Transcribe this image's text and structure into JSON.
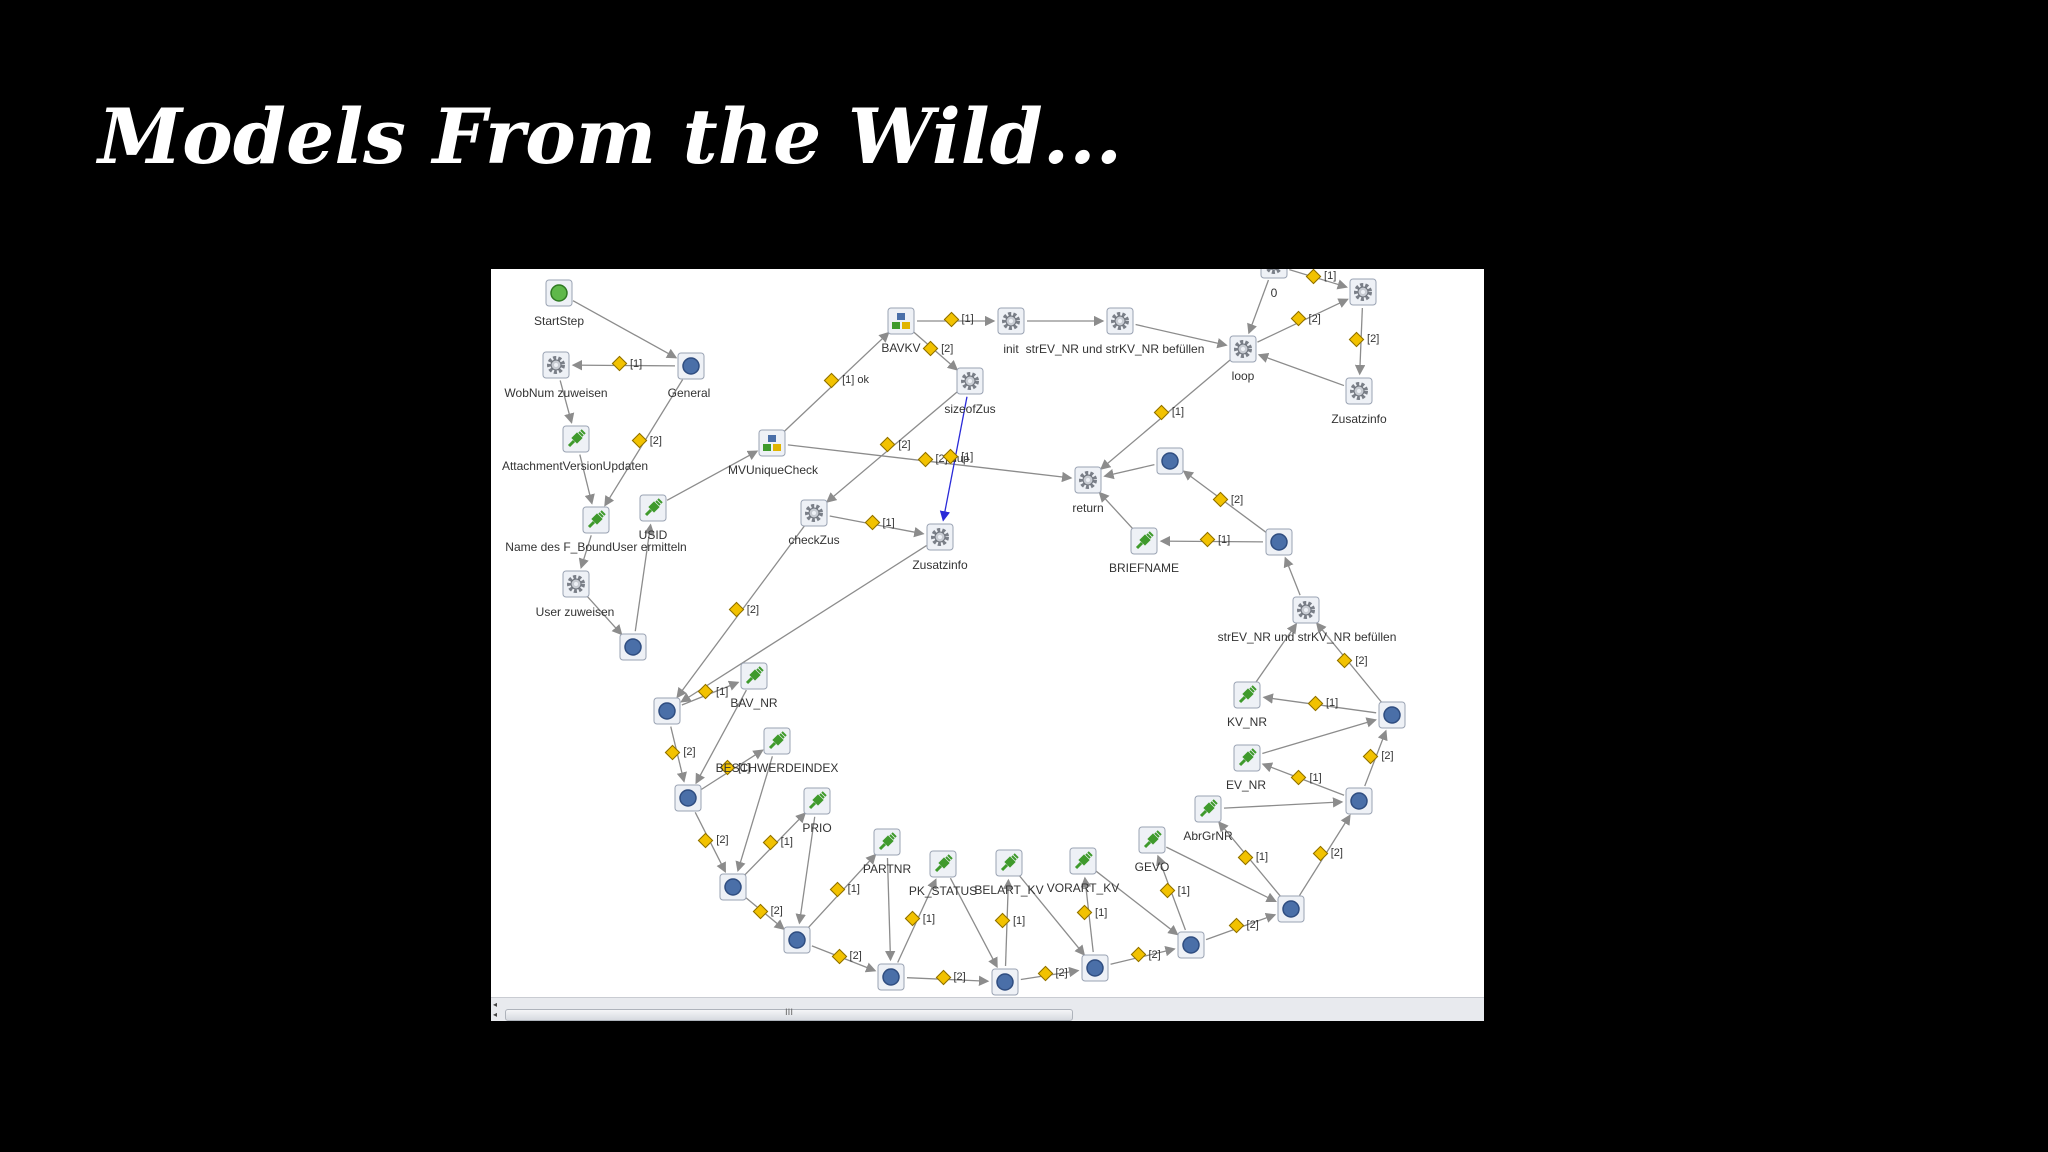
{
  "slide": {
    "title": "Models From the Wild..."
  },
  "colors": {
    "background": "#000000",
    "title": "#ffffff",
    "canvas": "#ffffff",
    "edge": "#8c8c8c",
    "highlight_edge": "#2a2ad8",
    "diamond": "#f2c200",
    "circle_node": "#4a6fa8",
    "start_node": "#5fb84a",
    "plug_node": "#3f9a2c"
  },
  "diagram": {
    "nodes": [
      {
        "id": "startstep",
        "type": "start",
        "label": "StartStep"
      },
      {
        "id": "general",
        "type": "circle",
        "label": "General"
      },
      {
        "id": "wobnum",
        "type": "gear",
        "label": "WobNum zuweisen"
      },
      {
        "id": "attach",
        "type": "plug",
        "label": "AttachmentVersionUpdaten"
      },
      {
        "id": "name",
        "type": "plug",
        "label": "Name des F_BoundUser ermitteln"
      },
      {
        "id": "userzu",
        "type": "gear",
        "label": "User zuweisen"
      },
      {
        "id": "usid",
        "type": "plug",
        "label": "USID"
      },
      {
        "id": "c_usid",
        "type": "circle",
        "label": ""
      },
      {
        "id": "mvunique",
        "type": "fork",
        "label": "MVUniqueCheck"
      },
      {
        "id": "bavkv",
        "type": "fork",
        "label": "BAVKV"
      },
      {
        "id": "init",
        "type": "gear",
        "label": "init"
      },
      {
        "id": "strev1",
        "type": "gear",
        "label": "strEV_NR und strKV_NR befüllen"
      },
      {
        "id": "loop",
        "type": "gear",
        "label": "loop"
      },
      {
        "id": "zero",
        "type": "gear",
        "label": "0"
      },
      {
        "id": "gear_tr",
        "type": "gear",
        "label": ""
      },
      {
        "id": "zusatz_tr",
        "type": "gear",
        "label": "Zusatzinfo"
      },
      {
        "id": "sizeof",
        "type": "gear",
        "label": "sizeofZus"
      },
      {
        "id": "checkzus",
        "type": "gear",
        "label": "checkZus"
      },
      {
        "id": "zusatz_mid",
        "type": "gear",
        "label": "Zusatzinfo"
      },
      {
        "id": "return",
        "type": "gear",
        "label": "return"
      },
      {
        "id": "c_ret",
        "type": "circle",
        "label": ""
      },
      {
        "id": "briefname",
        "type": "plug",
        "label": "BRIEFNAME"
      },
      {
        "id": "c_brief",
        "type": "circle",
        "label": ""
      },
      {
        "id": "strev2",
        "type": "gear",
        "label": "strEV_NR und strKV_NR befüllen"
      },
      {
        "id": "kvnr",
        "type": "plug",
        "label": "KV_NR"
      },
      {
        "id": "c_kv",
        "type": "circle",
        "label": ""
      },
      {
        "id": "evnr",
        "type": "plug",
        "label": "EV_NR"
      },
      {
        "id": "c_ev",
        "type": "circle",
        "label": ""
      },
      {
        "id": "abrgrnr",
        "type": "plug",
        "label": "AbrGrNR"
      },
      {
        "id": "c_abr",
        "type": "circle",
        "label": ""
      },
      {
        "id": "gevo",
        "type": "plug",
        "label": "GEVO"
      },
      {
        "id": "c_gevo",
        "type": "circle",
        "label": ""
      },
      {
        "id": "vorart",
        "type": "plug",
        "label": "VORART_KV"
      },
      {
        "id": "c_vor",
        "type": "circle",
        "label": ""
      },
      {
        "id": "belart",
        "type": "plug",
        "label": "BELART_KV"
      },
      {
        "id": "c_bel",
        "type": "circle",
        "label": ""
      },
      {
        "id": "pkstatus",
        "type": "plug",
        "label": "PK_STATUS"
      },
      {
        "id": "partnr",
        "type": "plug",
        "label": "PARTNR"
      },
      {
        "id": "c_part",
        "type": "circle",
        "label": ""
      },
      {
        "id": "prio",
        "type": "plug",
        "label": "PRIO"
      },
      {
        "id": "c_prio",
        "type": "circle",
        "label": ""
      },
      {
        "id": "beschw",
        "type": "plug",
        "label": "BESCHWERDEINDEX"
      },
      {
        "id": "c_besch",
        "type": "circle",
        "label": ""
      },
      {
        "id": "bavnr",
        "type": "plug",
        "label": "BAV_NR"
      },
      {
        "id": "c_bav",
        "type": "circle",
        "label": ""
      },
      {
        "id": "c_bav2",
        "type": "circle",
        "label": ""
      }
    ],
    "edges": [
      {
        "from": "startstep",
        "to": "general",
        "label": ""
      },
      {
        "from": "general",
        "to": "wobnum",
        "label": "[1]"
      },
      {
        "from": "wobnum",
        "to": "attach",
        "label": ""
      },
      {
        "from": "attach",
        "to": "name",
        "label": ""
      },
      {
        "from": "general",
        "to": "name",
        "label": "[2]"
      },
      {
        "from": "name",
        "to": "userzu",
        "label": ""
      },
      {
        "from": "userzu",
        "to": "c_usid",
        "label": ""
      },
      {
        "from": "c_usid",
        "to": "usid",
        "label": ""
      },
      {
        "from": "usid",
        "to": "mvunique",
        "label": ""
      },
      {
        "from": "mvunique",
        "to": "bavkv",
        "label": "[1] ok"
      },
      {
        "from": "mvunique",
        "to": "return",
        "label": "[2] dup"
      },
      {
        "from": "bavkv",
        "to": "init",
        "label": "[1]"
      },
      {
        "from": "bavkv",
        "to": "sizeof",
        "label": "[2]"
      },
      {
        "from": "init",
        "to": "strev1",
        "label": ""
      },
      {
        "from": "strev1",
        "to": "loop",
        "label": ""
      },
      {
        "from": "loop",
        "to": "gear_tr",
        "label": "[2]"
      },
      {
        "from": "zero",
        "to": "gear_tr",
        "label": "[1]"
      },
      {
        "from": "zero",
        "to": "loop",
        "label": ""
      },
      {
        "from": "gear_tr",
        "to": "zusatz_tr",
        "label": "[2]"
      },
      {
        "from": "zusatz_tr",
        "to": "loop",
        "label": ""
      },
      {
        "from": "loop",
        "to": "return",
        "label": "[1]"
      },
      {
        "from": "sizeof",
        "to": "checkzus",
        "label": "[2]"
      },
      {
        "from": "sizeof",
        "to": "zusatz_mid",
        "label": "[1]"
      },
      {
        "from": "checkzus",
        "to": "zusatz_mid",
        "label": "[1]"
      },
      {
        "from": "checkzus",
        "to": "c_bav",
        "label": "[2]"
      },
      {
        "from": "zusatz_mid",
        "to": "c_bav",
        "label": ""
      },
      {
        "from": "c_ret",
        "to": "return",
        "label": ""
      },
      {
        "from": "c_brief",
        "to": "c_ret",
        "label": "[2]"
      },
      {
        "from": "c_brief",
        "to": "briefname",
        "label": "[1]"
      },
      {
        "from": "briefname",
        "to": "return",
        "label": ""
      },
      {
        "from": "strev2",
        "to": "c_brief",
        "label": ""
      },
      {
        "from": "c_kv",
        "to": "strev2",
        "label": "[2]"
      },
      {
        "from": "c_kv",
        "to": "kvnr",
        "label": "[1]"
      },
      {
        "from": "kvnr",
        "to": "strev2",
        "label": ""
      },
      {
        "from": "evnr",
        "to": "c_kv",
        "label": ""
      },
      {
        "from": "c_ev",
        "to": "c_kv",
        "label": "[2]"
      },
      {
        "from": "c_ev",
        "to": "evnr",
        "label": "[1]"
      },
      {
        "from": "abrgrnr",
        "to": "c_ev",
        "label": ""
      },
      {
        "from": "c_abr",
        "to": "c_ev",
        "label": "[2]"
      },
      {
        "from": "c_abr",
        "to": "abrgrnr",
        "label": "[1]"
      },
      {
        "from": "gevo",
        "to": "c_abr",
        "label": ""
      },
      {
        "from": "c_gevo",
        "to": "c_abr",
        "label": "[2]"
      },
      {
        "from": "c_gevo",
        "to": "gevo",
        "label": "[1]"
      },
      {
        "from": "vorart",
        "to": "c_gevo",
        "label": ""
      },
      {
        "from": "c_vor",
        "to": "c_gevo",
        "label": "[2]"
      },
      {
        "from": "c_vor",
        "to": "vorart",
        "label": "[1]"
      },
      {
        "from": "belart",
        "to": "c_vor",
        "label": ""
      },
      {
        "from": "c_bel",
        "to": "c_vor",
        "label": "[2]"
      },
      {
        "from": "c_bel",
        "to": "belart",
        "label": "[1]"
      },
      {
        "from": "pkstatus",
        "to": "c_bel",
        "label": ""
      },
      {
        "from": "c_part",
        "to": "c_bel",
        "label": "[2]"
      },
      {
        "from": "c_part",
        "to": "pkstatus",
        "label": "[1]"
      },
      {
        "from": "partnr",
        "to": "c_part",
        "label": ""
      },
      {
        "from": "c_prio",
        "to": "c_part",
        "label": "[2]"
      },
      {
        "from": "c_prio",
        "to": "partnr",
        "label": "[1]"
      },
      {
        "from": "prio",
        "to": "c_prio",
        "label": ""
      },
      {
        "from": "c_besch",
        "to": "c_prio",
        "label": "[2]"
      },
      {
        "from": "c_besch",
        "to": "prio",
        "label": "[1]"
      },
      {
        "from": "beschw",
        "to": "c_besch",
        "label": ""
      },
      {
        "from": "c_bav2",
        "to": "c_besch",
        "label": "[2]"
      },
      {
        "from": "c_bav2",
        "to": "beschw",
        "label": "[1]"
      },
      {
        "from": "bavnr",
        "to": "c_bav2",
        "label": ""
      },
      {
        "from": "c_bav",
        "to": "c_bav2",
        "label": "[2]"
      },
      {
        "from": "c_bav",
        "to": "bavnr",
        "label": "[1]"
      }
    ]
  },
  "scrollbar": {
    "grip": "III"
  }
}
